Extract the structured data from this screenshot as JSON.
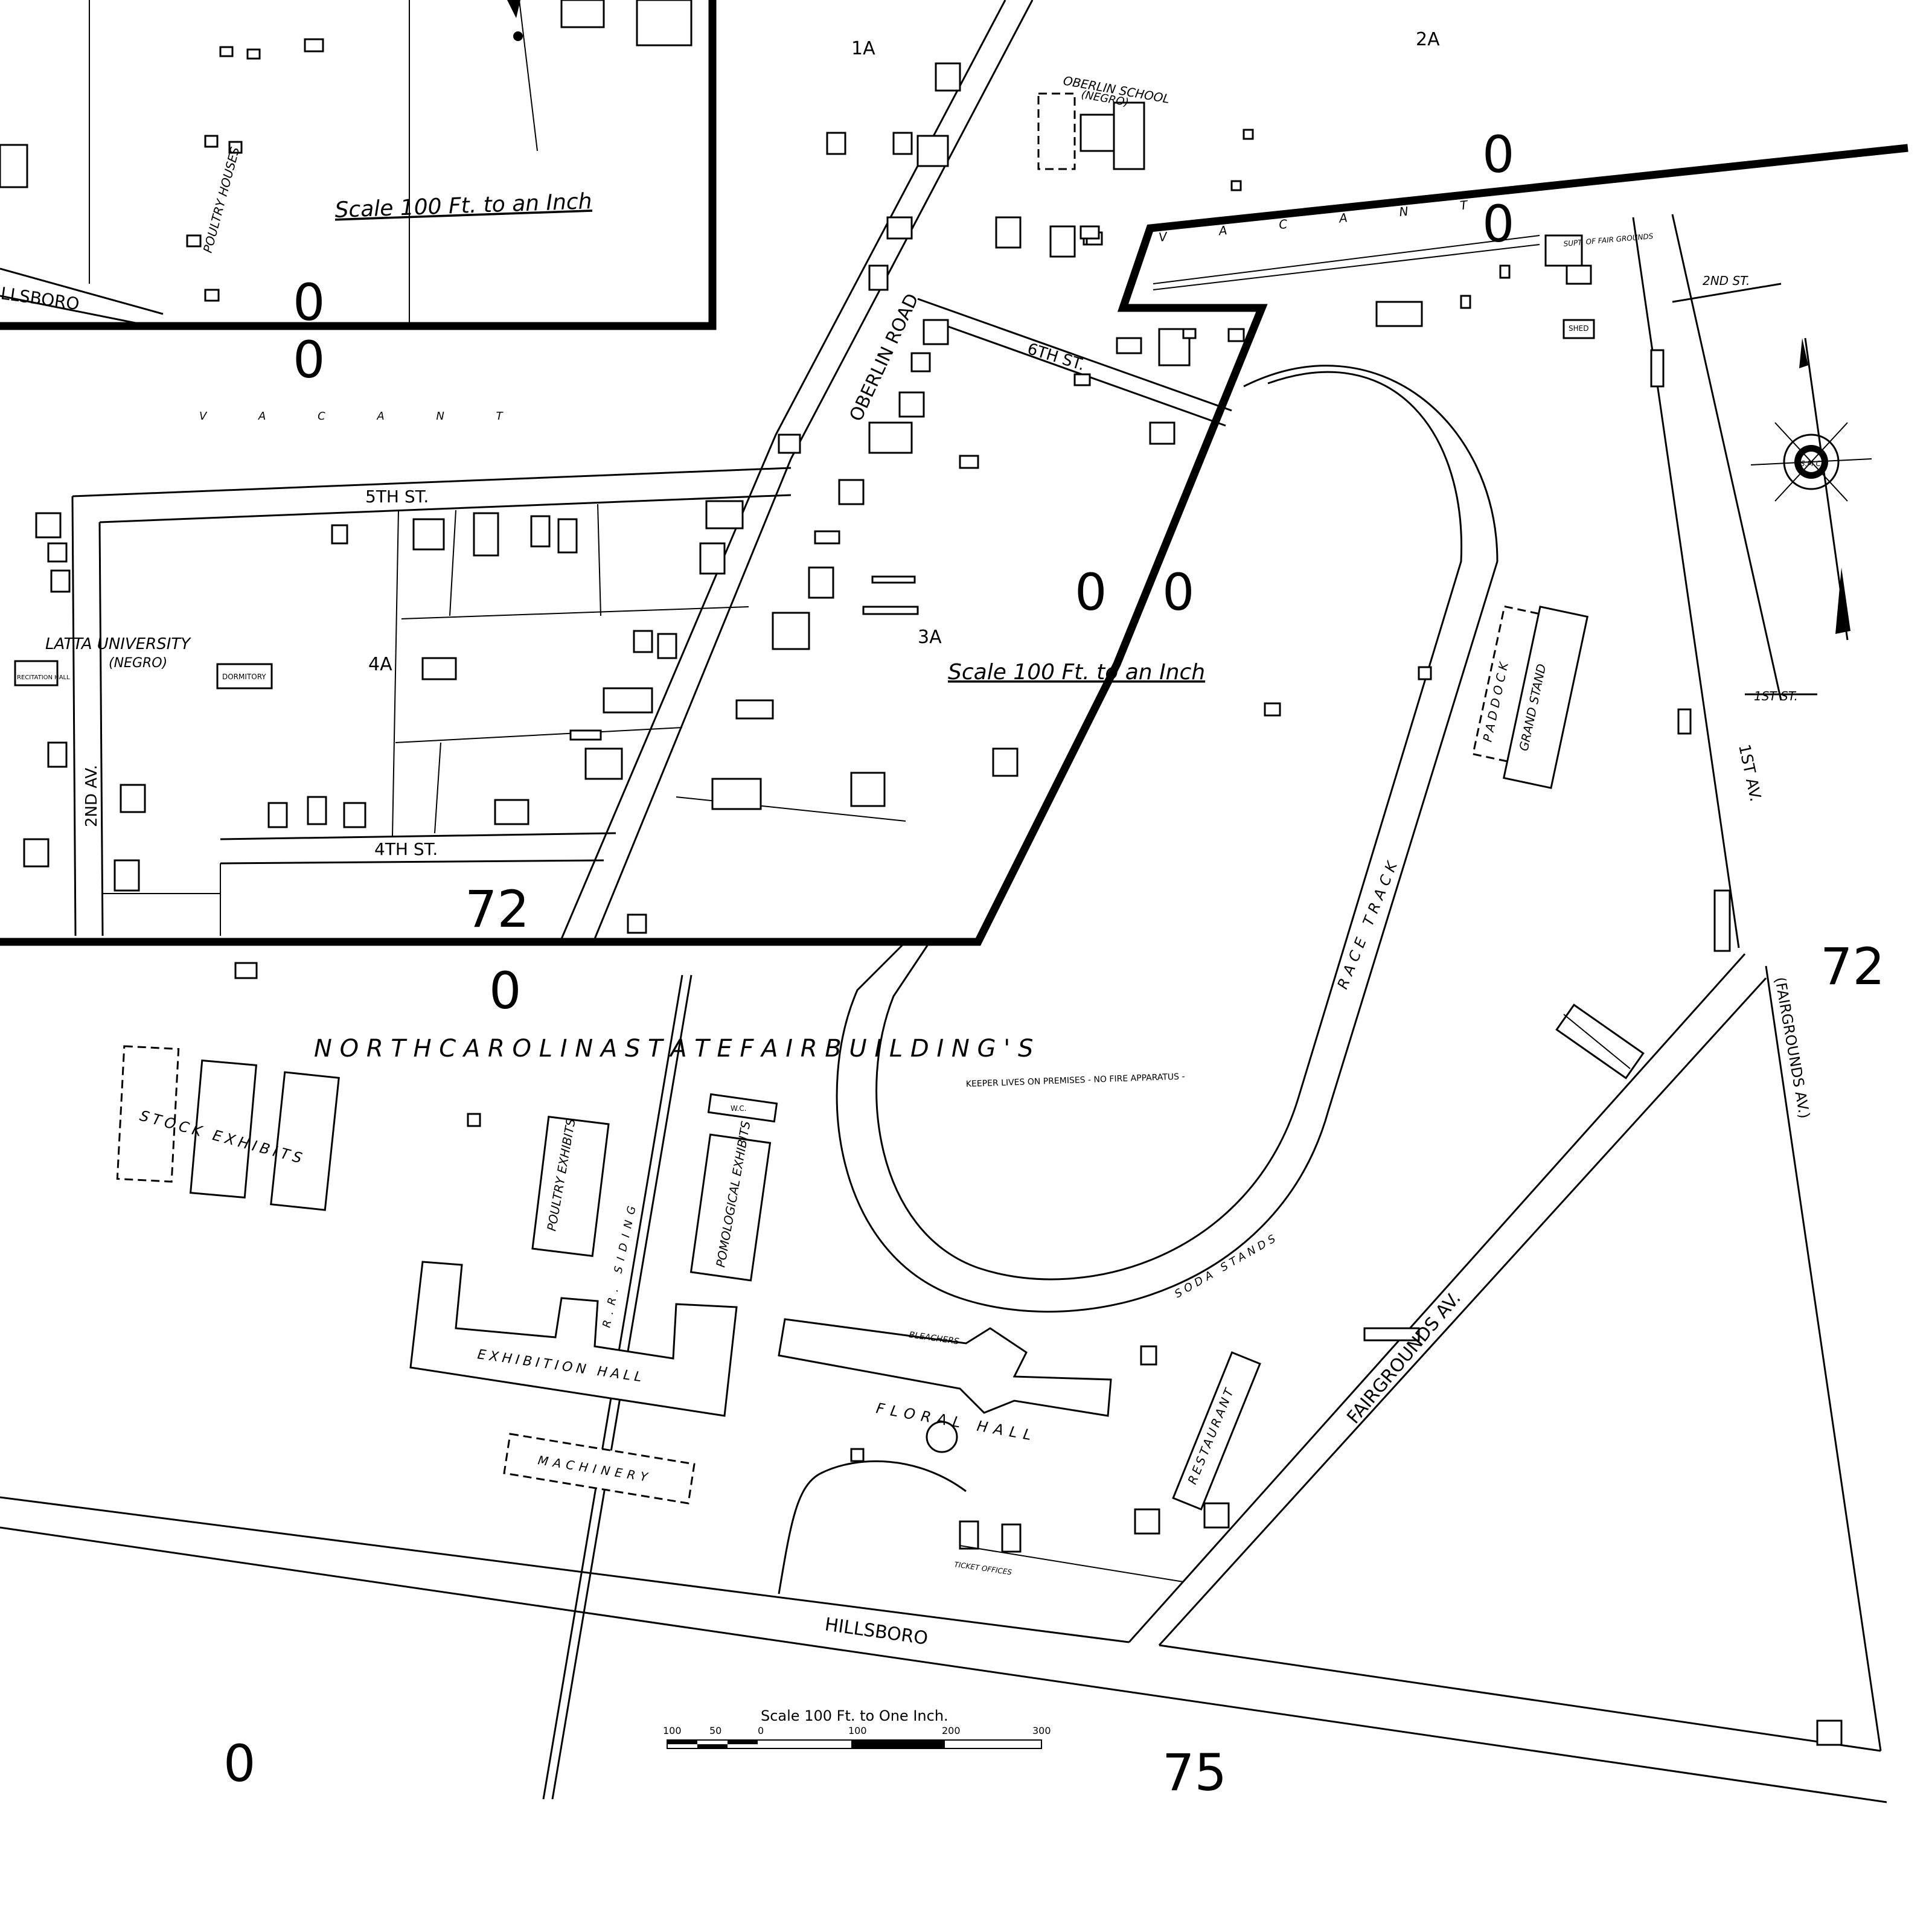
{
  "scales": {
    "scale_top": "Scale 100 Ft. to an Inch",
    "scale_mid": "Scale 100 Ft. to an Inch",
    "scale_bar_title": "Scale 100 Ft. to One Inch.",
    "scale_bar_ticks": [
      "100",
      "50",
      "0",
      "100",
      "200",
      "300"
    ]
  },
  "sheet_numbers": {
    "n1a": "1A",
    "n2a": "2A",
    "n3a": "3A",
    "n4a": "4A",
    "z1": "0",
    "z2": "0",
    "z3": "0",
    "z4": "0",
    "z5": "0",
    "z6": "0",
    "z7": "0",
    "z8": "0",
    "n72a": "72",
    "n72b": "72",
    "n75": "75"
  },
  "streets": {
    "hillsboro_top": "LLSBORO",
    "hillsboro_bottom": "HILLSBORO",
    "fifth": "5TH ST.",
    "fourth": "4TH ST.",
    "sixth": "6TH ST.",
    "oberlin": "OBERLIN ROAD",
    "second_av": "2ND AV.",
    "first_av": "1ST AV.",
    "fairgrounds_av": "FAIRGROUNDS AV.",
    "fairgrounds_paren": "(FAIRGROUNDS AV.)",
    "first_st": "1ST ST.",
    "second_st": "2ND ST."
  },
  "labels": {
    "vacant_top": "V A C A N T",
    "vacant_mid": "V A C A N T",
    "poultry_houses": "POULTRY HOUSES",
    "oberlin_school": "OBERLIN SCHOOL",
    "oberlin_school_sub": "(NEGRO)",
    "latta_university": "LATTA UNIVERSITY",
    "latta_sub": "(NEGRO)",
    "recitation_hall": "RECITATION HALL",
    "dormitory": "DORMITORY",
    "fair_title": "N O R T H   C A R O L I N A   S T A T E   F A I R   B U I L D I N G ' S",
    "keeper_note": "KEEPER LIVES ON PREMISES - NO FIRE APPARATUS -",
    "race_track": "RACE TRACK",
    "paddock": "PADDOCK",
    "grand_stand": "GRAND STAND",
    "stock_exhibits": "STOCK EXHIBITS",
    "poultry_exhibits": "POULTRY EXHIBITS",
    "pomological": "POMOLOGICAL EXHIBITS",
    "exhibition_hall": "EXHIBITION HALL",
    "machinery": "MACHINERY",
    "floral_hall": "FLORAL HALL",
    "bleachers": "BLEACHERS",
    "soda_stands": "SODA STANDS",
    "restaurant": "RESTAURANT",
    "ticket_offices": "TICKET OFFICES",
    "rr_siding": "R.R. SIDING",
    "supt": "SUPT. OF FAIR GROUNDS",
    "wc": "W.C.",
    "shed": "SHED"
  },
  "compass": {
    "letters": "S.M.Co."
  }
}
